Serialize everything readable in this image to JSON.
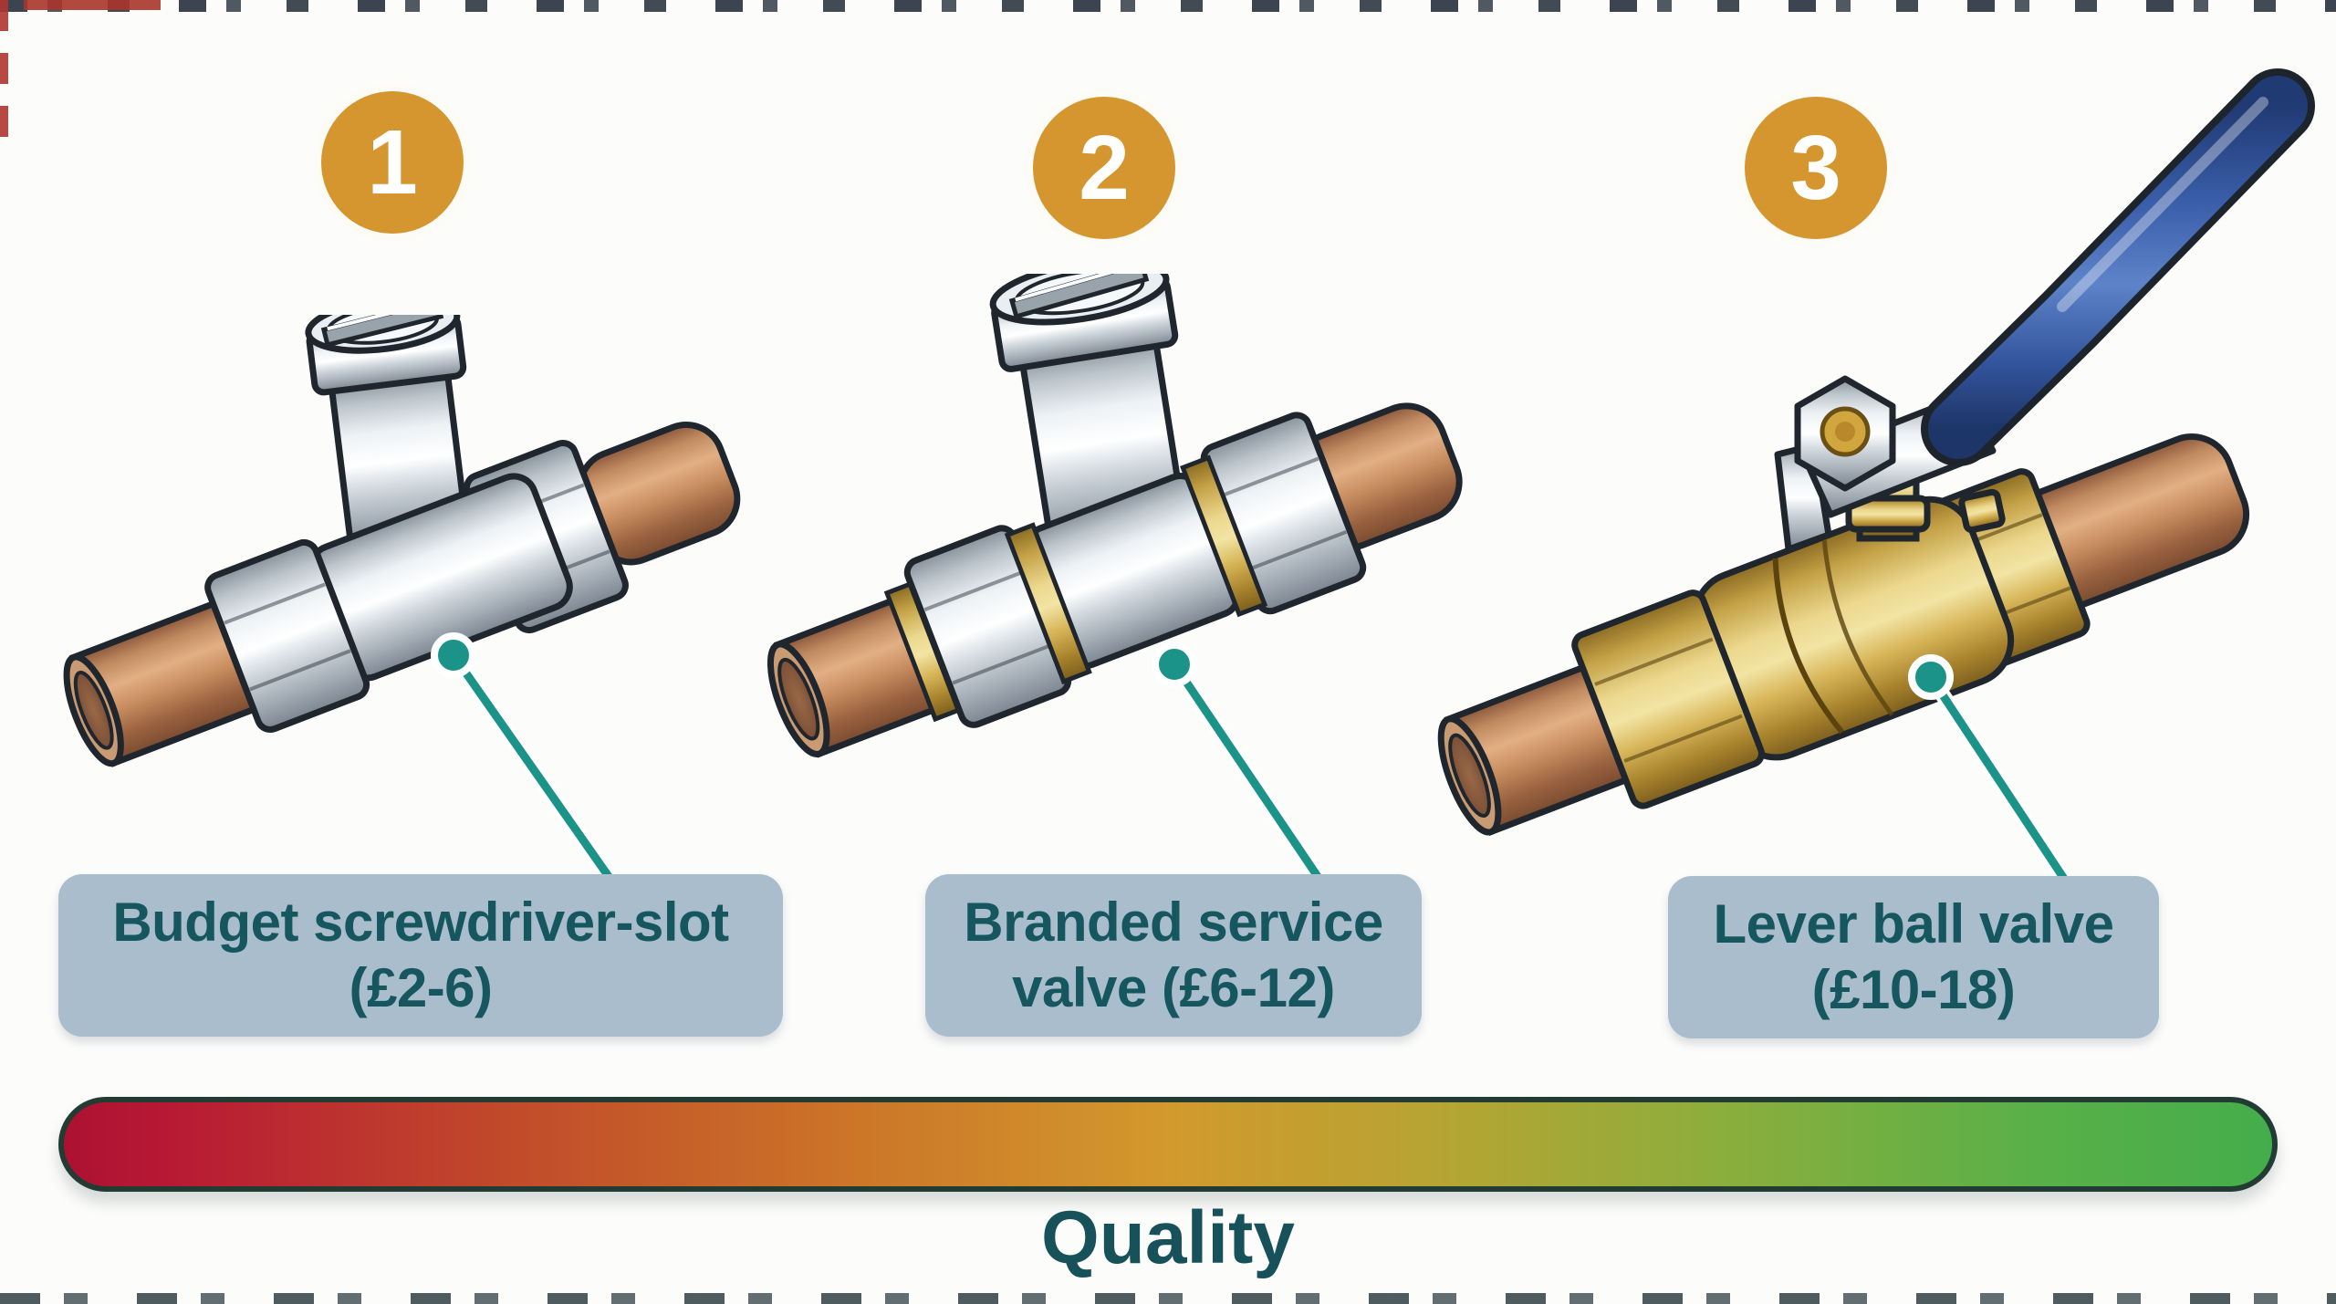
{
  "figure": {
    "type": "valve-quality-comparison-infographic",
    "quality_label": "Quality"
  },
  "items": [
    {
      "number": "1",
      "label": "Budget screwdriver-slot (£2-6)",
      "icon": "screwdriver-slot-valve-illustration"
    },
    {
      "number": "2",
      "label": "Branded service valve (£6-12)",
      "icon": "branded-service-valve-illustration"
    },
    {
      "number": "3",
      "label": "Lever ball valve (£10-18)",
      "icon": "lever-ball-valve-illustration"
    }
  ],
  "quality_axis": {
    "label": "Quality",
    "direction": "low-to-high, left-to-right",
    "low_color": "#ad1131",
    "mid_color": "#d2992d",
    "high_color": "#44ad4b"
  },
  "colors": {
    "badge_orange": "#d5952f",
    "badge_number": "#ffffff",
    "caption_background": "#a9bdcc",
    "caption_text": "#16565f",
    "callout_teal": "#1b9389",
    "copper_pipe": "#c08257",
    "chrome_body": "#d7dde3",
    "brass_body": "#d4b96a",
    "lever_blue": "#3a5fa8",
    "quality_text": "#175159",
    "bar_outline": "#223c34"
  }
}
